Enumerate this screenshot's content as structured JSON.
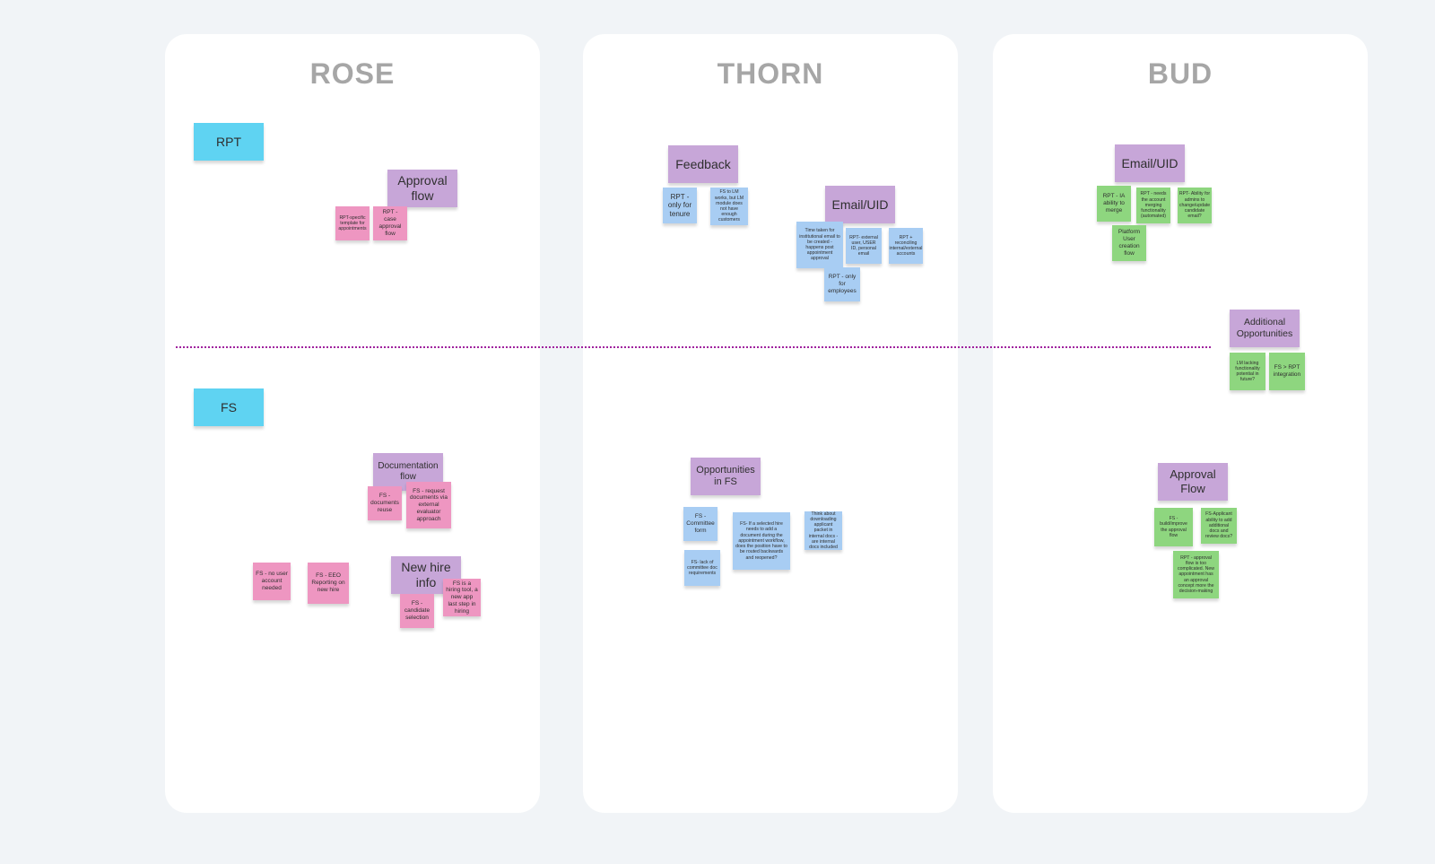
{
  "columns": {
    "rose": {
      "title": "ROSE"
    },
    "thorn": {
      "title": "THORN"
    },
    "bud": {
      "title": "BUD"
    }
  },
  "rose": {
    "rpt_header": "RPT",
    "approval_flow_header": "Approval flow",
    "rpt_specific_template": "RPT-specific template for appointments",
    "rpt_case_approval": "RPT - case approval flow",
    "fs_header": "FS",
    "documentation_flow_header": "Documentation flow",
    "fs_documents_reuse": "FS - documents reuse",
    "fs_request_documents": "FS - request documents via external evaluator approach",
    "fs_no_user_account": "FS - no user account needed",
    "fs_eeo_reporting": "FS - EEO Reporting on new hire",
    "new_hire_info_header": "New hire info",
    "fs_hiring_tool": "FS is a hiring tool, a new app last step in hiring",
    "fs_candidate_selection": "FS - candidate selection"
  },
  "thorn": {
    "feedback_header": "Feedback",
    "rpt_tenure": "RPT - only for tenure",
    "fs_lm_works": "FS to LM works, but LM module does not have enough customers",
    "email_uid_header": "Email/UID",
    "time_taken_email": "Time taken for institutional email to be created - happens post appointment approval",
    "rpt_external_user": "RPT- external user, USER ID, personal email",
    "rpt_reconciling": "RPT + reconciling internal/external accounts",
    "rpt_employees": "RPT - only for employees",
    "opportunities_fs_header": "Opportunities in FS",
    "fs_committee_form": "FS - Committee form",
    "fs_selected_hire": "FS- If a selected hire needs to add a document during the appointment workflow, does the position have to be routed backwards and reopened?",
    "think_downloading": "Think about downloading applicant packet in internal docs - are internal docs included",
    "fs_lack_committee": "FS- lack of committee doc requirements"
  },
  "bud": {
    "email_uid_header": "Email/UID",
    "rpt_ia_merge": "RPT - IA ability to merge",
    "rpt_account_merging": "RPT - needs the account merging functionality (automated)",
    "rpt_admins_change": "RPT- Ability for admins to change/update candidate email?",
    "platform_user_creation": "Platform User creation flow",
    "additional_opps_header": "Additional Opportunities",
    "lm_lacking": "LM lacking functionality potential in future?",
    "fs_rpt_integration": "FS > RPT integration",
    "approval_flow_header": "Approval Flow",
    "fs_build_improve": "FS - build/improve the approval flow",
    "fs_applicant_ability": "FS-Applicant ability to add additional docs and review docs?",
    "rpt_approval_complicated": "RPT - approval flow is too complicated. New appointment has an approval concept more the decision-making"
  },
  "colors": {
    "background": "#f1f4f7",
    "column": "#ffffff",
    "title": "#a6a6a6",
    "divider": "#a0209e",
    "sticky_cyan": "#5fd3f2",
    "sticky_purple": "#c7a6d8",
    "sticky_blue": "#a8cdf3",
    "sticky_pink": "#ee96c1",
    "sticky_green": "#8ed67f"
  }
}
